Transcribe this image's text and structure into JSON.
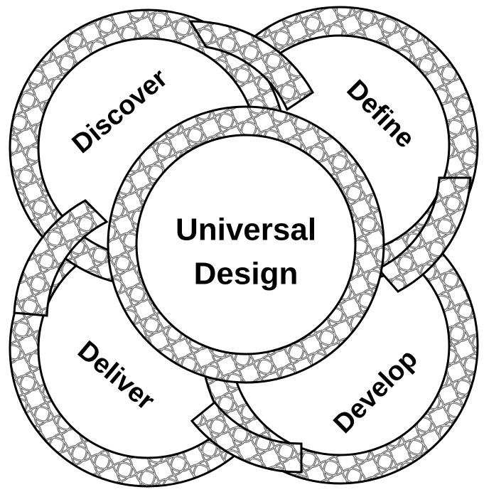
{
  "circles": {
    "discover": {
      "label": "Discover"
    },
    "define": {
      "label": "Define"
    },
    "deliver": {
      "label": "Deliver"
    },
    "develop": {
      "label": "Develop"
    },
    "center": {
      "line1": "Universal",
      "line2": "Design"
    }
  },
  "colors": {
    "stroke": "#000000",
    "fill": "#ffffff",
    "pattern": "#333333"
  }
}
